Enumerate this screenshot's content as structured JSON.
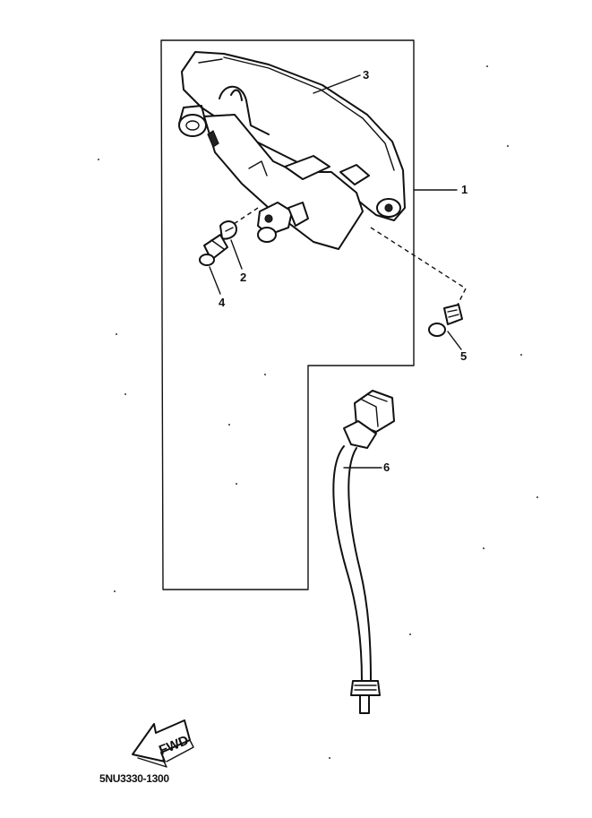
{
  "callouts": [
    {
      "id": "1",
      "label": "1"
    },
    {
      "id": "2",
      "label": "2"
    },
    {
      "id": "3",
      "label": "3"
    },
    {
      "id": "4",
      "label": "4"
    },
    {
      "id": "5",
      "label": "5"
    },
    {
      "id": "6",
      "label": "6"
    }
  ],
  "direction_arrow": {
    "label": "FWD",
    "icon": "fwd-arrow-icon"
  },
  "diagram_code": "5NU3330-1300"
}
